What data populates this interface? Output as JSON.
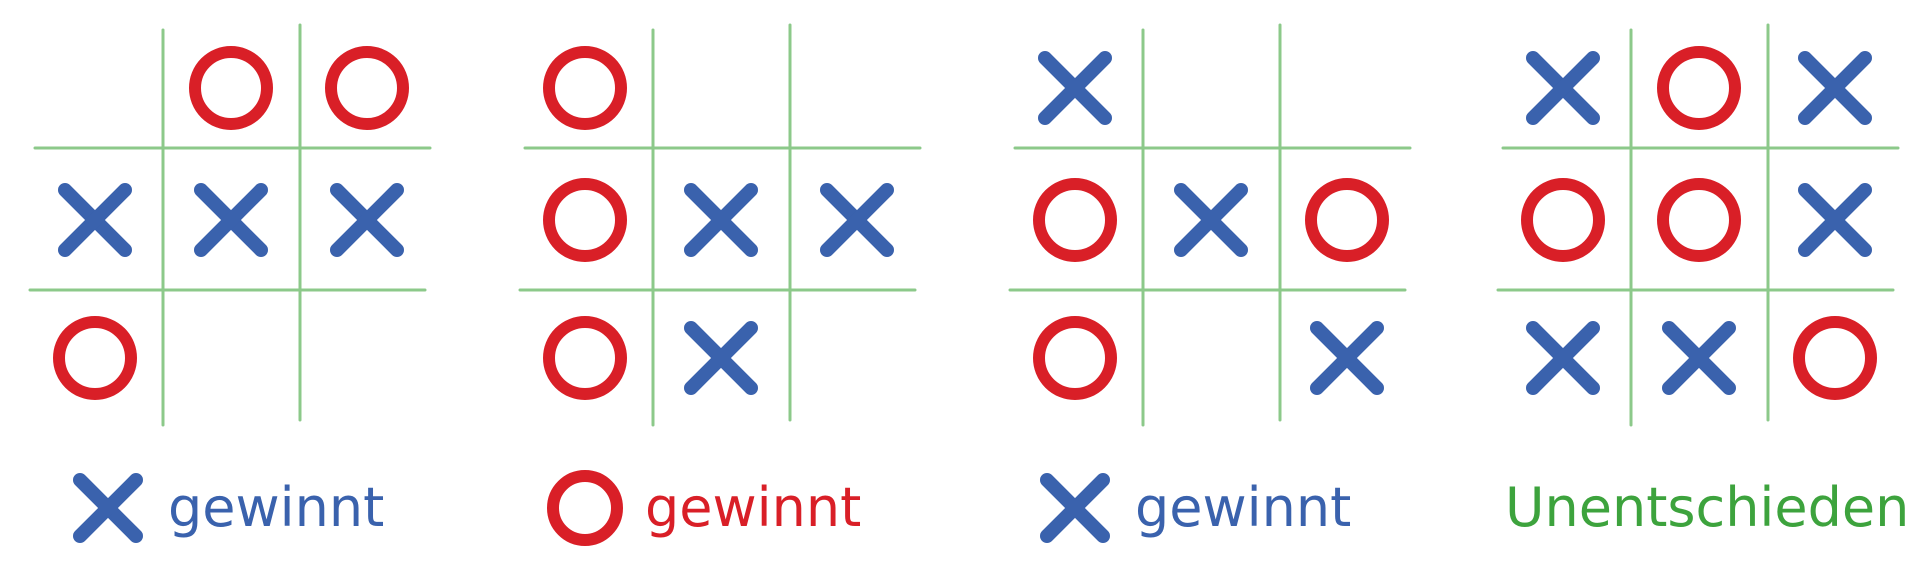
{
  "colors": {
    "x": "#3a62ad",
    "o": "#d91f27",
    "grid": "#8cc98a",
    "draw": "#3da33d"
  },
  "boards": [
    {
      "cells": [
        [
          "",
          "O",
          "O"
        ],
        [
          "X",
          "X",
          "X"
        ],
        [
          "O",
          "",
          ""
        ]
      ],
      "result": {
        "symbol": "X",
        "text": "gewinnt",
        "color": "#3a62ad"
      }
    },
    {
      "cells": [
        [
          "O",
          "",
          ""
        ],
        [
          "O",
          "X",
          "X"
        ],
        [
          "O",
          "X",
          ""
        ]
      ],
      "result": {
        "symbol": "O",
        "text": "gewinnt",
        "color": "#d91f27"
      }
    },
    {
      "cells": [
        [
          "X",
          "",
          ""
        ],
        [
          "O",
          "X",
          "O"
        ],
        [
          "O",
          "",
          "X"
        ]
      ],
      "result": {
        "symbol": "X",
        "text": "gewinnt",
        "color": "#3a62ad"
      }
    },
    {
      "cells": [
        [
          "X",
          "O",
          "X"
        ],
        [
          "O",
          "O",
          "X"
        ],
        [
          "X",
          "X",
          "O"
        ]
      ],
      "result": {
        "symbol": "",
        "text": "Unentschieden",
        "color": "#3da33d"
      }
    }
  ]
}
